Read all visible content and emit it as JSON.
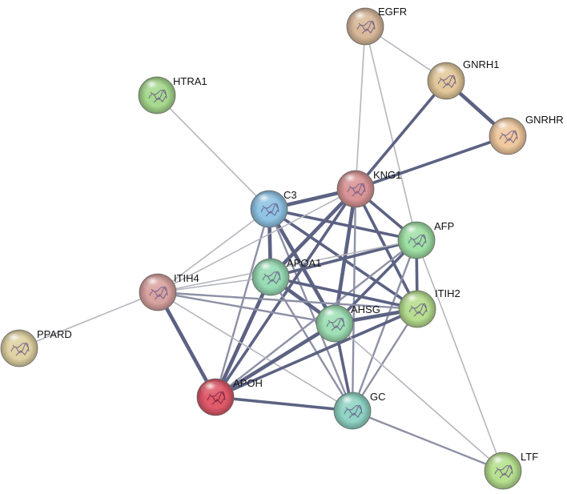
{
  "diagram": {
    "type": "protein-interaction-network",
    "nodes": [
      {
        "id": "EGFR",
        "label": "EGFR",
        "color": "#d9b99a"
      },
      {
        "id": "GNRH1",
        "label": "GNRH1",
        "color": "#e2c89a"
      },
      {
        "id": "GNRHR",
        "label": "GNRHR",
        "color": "#efc89e"
      },
      {
        "id": "HTRA1",
        "label": "HTRA1",
        "color": "#a7d98e"
      },
      {
        "id": "KNG1",
        "label": "KNG1",
        "color": "#d99596"
      },
      {
        "id": "C3",
        "label": "C3",
        "color": "#8fc4e4"
      },
      {
        "id": "AFP",
        "label": "AFP",
        "color": "#9fe0a4"
      },
      {
        "id": "APOA1",
        "label": "APOA1",
        "color": "#98dcb4"
      },
      {
        "id": "ITIH4",
        "label": "ITIH4",
        "color": "#d9a3a0"
      },
      {
        "id": "ITIH2",
        "label": "ITIH2",
        "color": "#b6de8e"
      },
      {
        "id": "AHSG",
        "label": "AHSG",
        "color": "#9ee0b4"
      },
      {
        "id": "PPARD",
        "label": "PPARD",
        "color": "#e0d2a2"
      },
      {
        "id": "APOH",
        "label": "APOH",
        "color": "#e05a6a"
      },
      {
        "id": "GC",
        "label": "GC",
        "color": "#8fd4c4"
      },
      {
        "id": "LTF",
        "label": "LTF",
        "color": "#b6e08e"
      }
    ],
    "edges": [
      {
        "a": "EGFR",
        "b": "GNRH1",
        "w": 2
      },
      {
        "a": "EGFR",
        "b": "KNG1",
        "w": 2
      },
      {
        "a": "EGFR",
        "b": "AFP",
        "w": 2
      },
      {
        "a": "GNRH1",
        "b": "GNRHR",
        "w": 5
      },
      {
        "a": "GNRH1",
        "b": "KNG1",
        "w": 4
      },
      {
        "a": "GNRHR",
        "b": "KNG1",
        "w": 4
      },
      {
        "a": "HTRA1",
        "b": "C3",
        "w": 2
      },
      {
        "a": "C3",
        "b": "KNG1",
        "w": 5
      },
      {
        "a": "C3",
        "b": "AFP",
        "w": 4
      },
      {
        "a": "C3",
        "b": "APOA1",
        "w": 5
      },
      {
        "a": "C3",
        "b": "ITIH4",
        "w": 2
      },
      {
        "a": "C3",
        "b": "ITIH2",
        "w": 4
      },
      {
        "a": "C3",
        "b": "AHSG",
        "w": 5
      },
      {
        "a": "C3",
        "b": "APOH",
        "w": 3
      },
      {
        "a": "C3",
        "b": "GC",
        "w": 3
      },
      {
        "a": "KNG1",
        "b": "AFP",
        "w": 4
      },
      {
        "a": "KNG1",
        "b": "APOA1",
        "w": 5
      },
      {
        "a": "KNG1",
        "b": "ITIH4",
        "w": 2
      },
      {
        "a": "KNG1",
        "b": "ITIH2",
        "w": 4
      },
      {
        "a": "KNG1",
        "b": "AHSG",
        "w": 5
      },
      {
        "a": "KNG1",
        "b": "APOH",
        "w": 4
      },
      {
        "a": "KNG1",
        "b": "GC",
        "w": 3
      },
      {
        "a": "AFP",
        "b": "APOA1",
        "w": 4
      },
      {
        "a": "AFP",
        "b": "ITIH2",
        "w": 4
      },
      {
        "a": "AFP",
        "b": "AHSG",
        "w": 4
      },
      {
        "a": "AFP",
        "b": "APOH",
        "w": 3
      },
      {
        "a": "AFP",
        "b": "GC",
        "w": 3
      },
      {
        "a": "AFP",
        "b": "ITIH4",
        "w": 2
      },
      {
        "a": "AFP",
        "b": "LTF",
        "w": 2
      },
      {
        "a": "APOA1",
        "b": "ITIH4",
        "w": 2
      },
      {
        "a": "APOA1",
        "b": "AHSG",
        "w": 5
      },
      {
        "a": "APOA1",
        "b": "ITIH2",
        "w": 4
      },
      {
        "a": "APOA1",
        "b": "APOH",
        "w": 5
      },
      {
        "a": "APOA1",
        "b": "GC",
        "w": 3
      },
      {
        "a": "ITIH4",
        "b": "PPARD",
        "w": 2
      },
      {
        "a": "ITIH4",
        "b": "APOH",
        "w": 5
      },
      {
        "a": "ITIH4",
        "b": "AHSG",
        "w": 3
      },
      {
        "a": "ITIH4",
        "b": "ITIH2",
        "w": 3
      },
      {
        "a": "ITIH4",
        "b": "GC",
        "w": 2
      },
      {
        "a": "ITIH2",
        "b": "AHSG",
        "w": 5
      },
      {
        "a": "ITIH2",
        "b": "GC",
        "w": 3
      },
      {
        "a": "ITIH2",
        "b": "APOH",
        "w": 4
      },
      {
        "a": "AHSG",
        "b": "APOH",
        "w": 5
      },
      {
        "a": "AHSG",
        "b": "GC",
        "w": 4
      },
      {
        "a": "AHSG",
        "b": "LTF",
        "w": 2
      },
      {
        "a": "APOH",
        "b": "GC",
        "w": 4
      },
      {
        "a": "GC",
        "b": "LTF",
        "w": 3
      }
    ],
    "edge_color": "#5c6282",
    "edge_color_light": "#b4b6be"
  }
}
